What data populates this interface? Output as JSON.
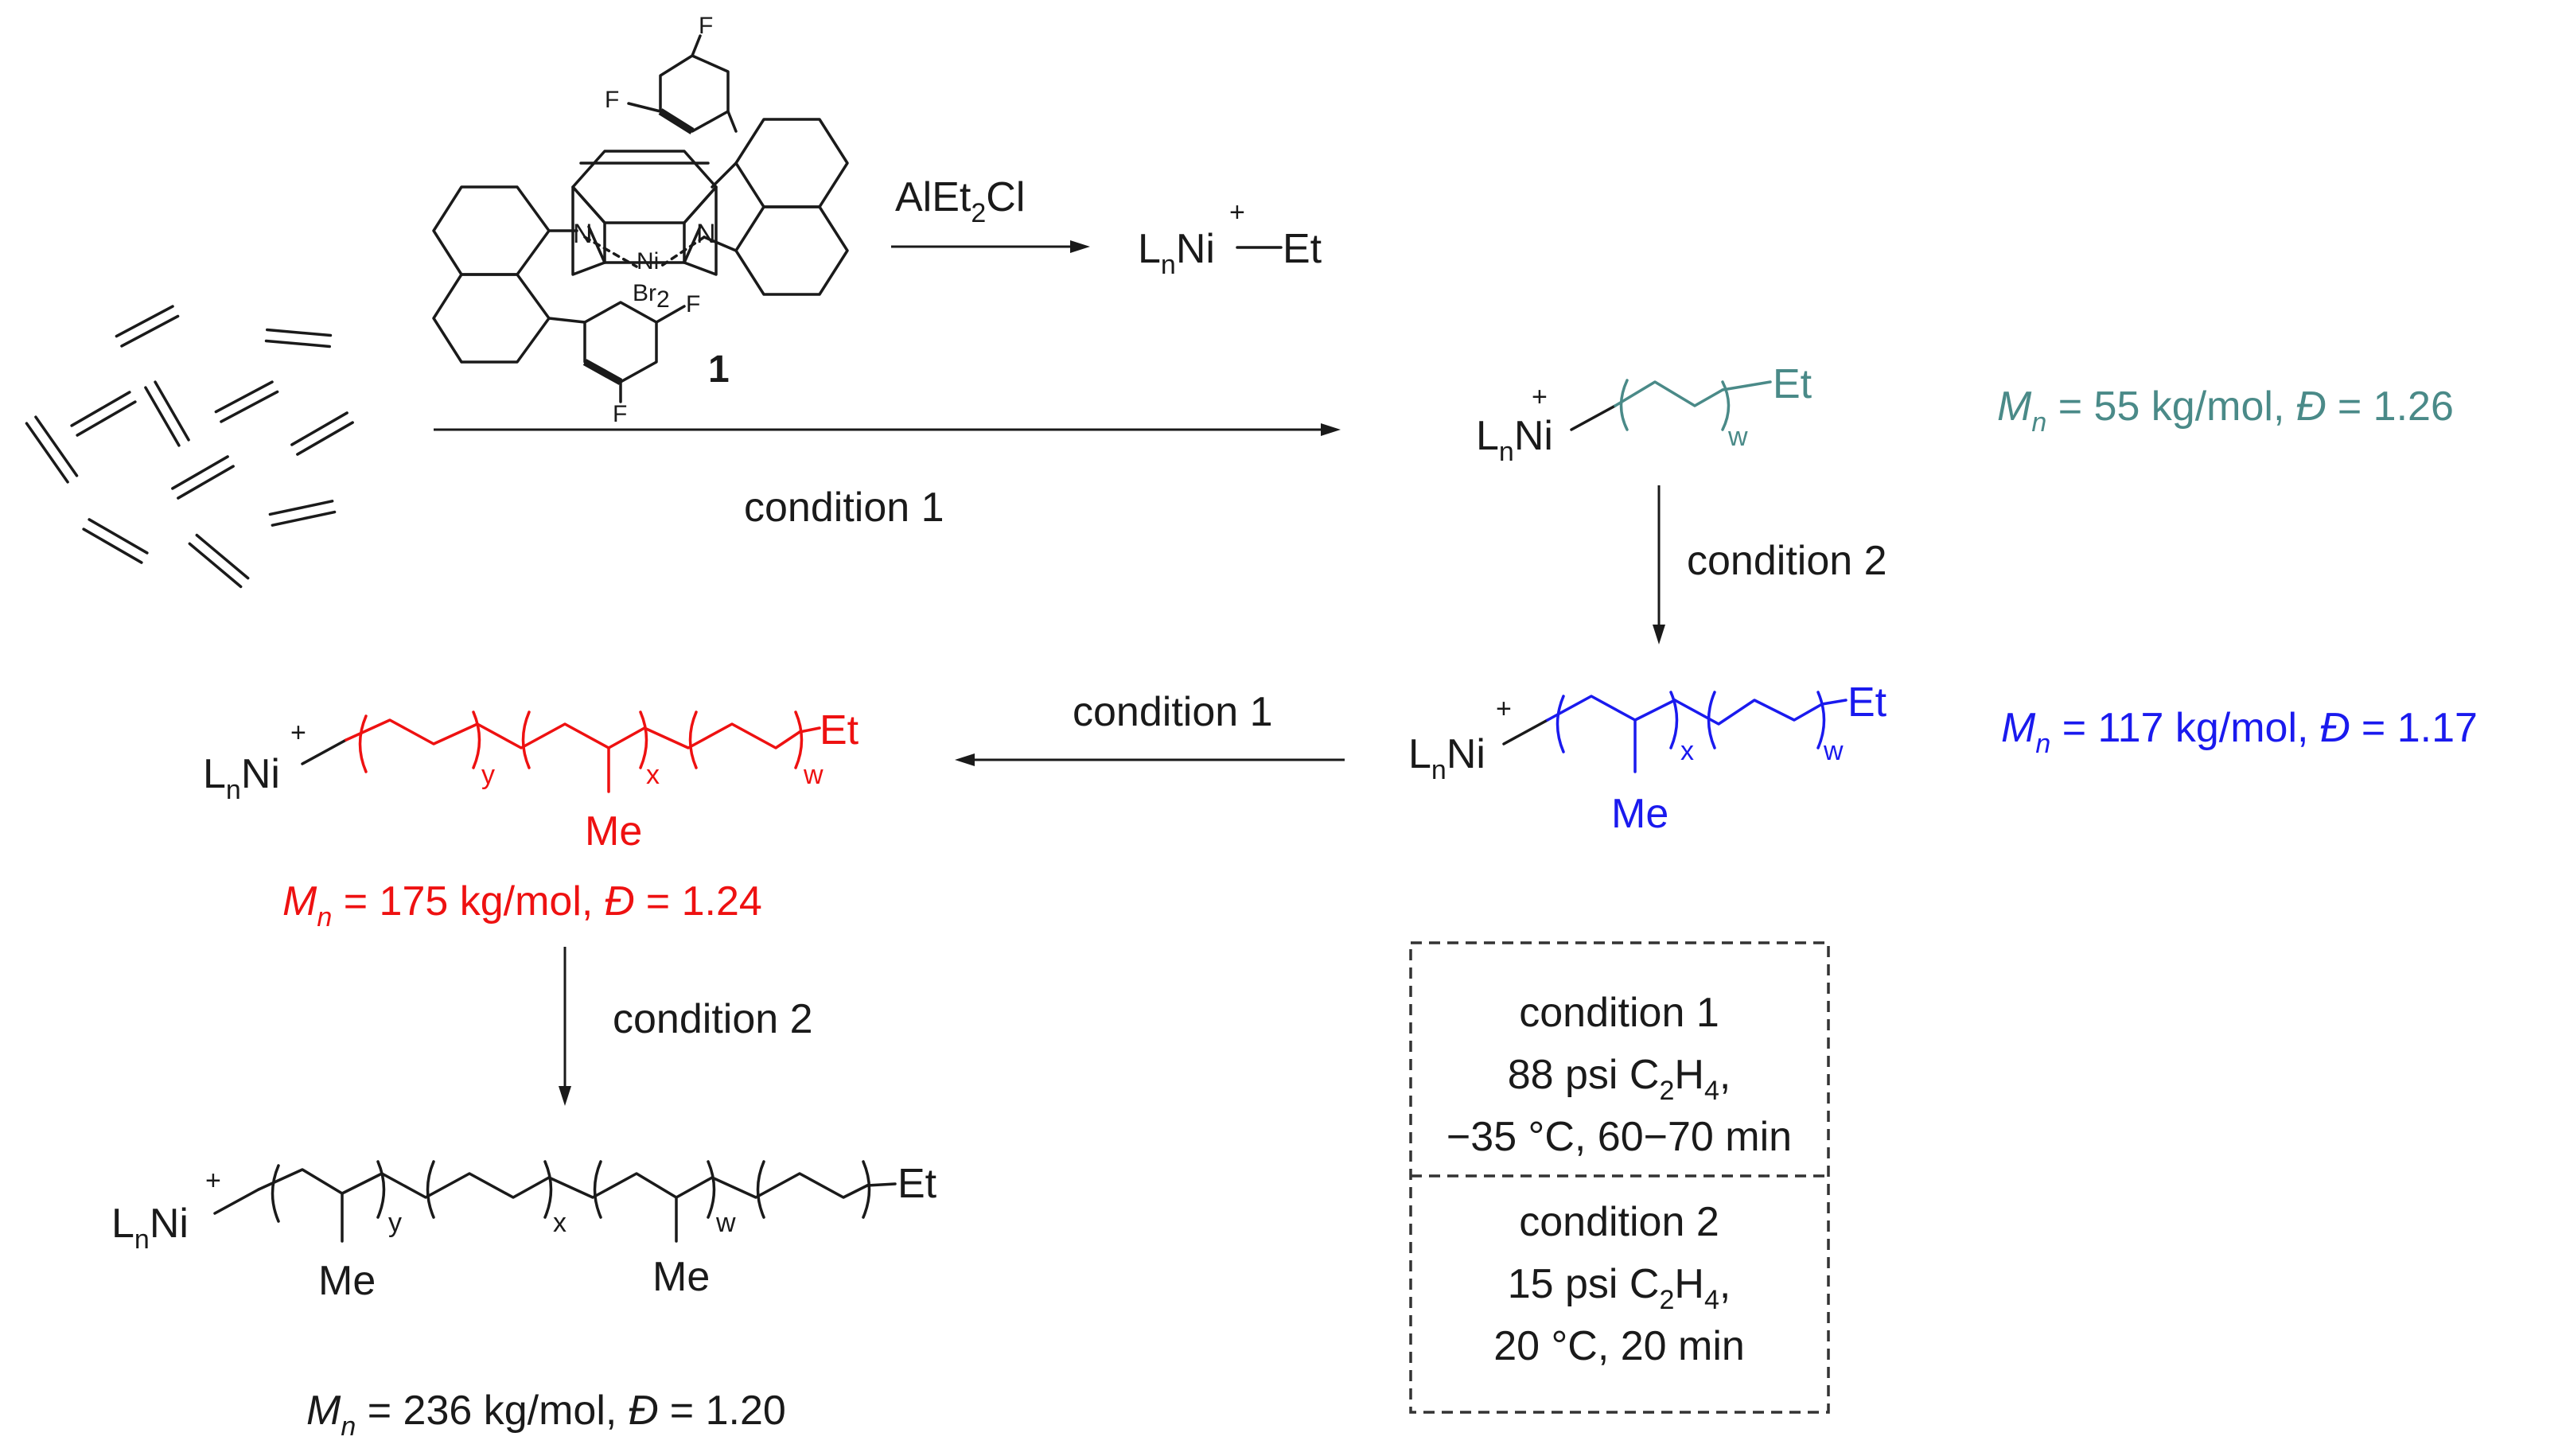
{
  "catalyst": {
    "label": "1",
    "atom_n": "N",
    "atom_ni": "Ni",
    "atom_br": "Br",
    "br_count": "2",
    "atom_f": "F"
  },
  "activation": {
    "reagent_main": "AlEt",
    "reagent_sub": "2",
    "reagent_tail": "Cl",
    "product_l": "L",
    "product_sub": "n",
    "product_ni": "Ni",
    "product_charge": "+",
    "product_et": "Et"
  },
  "steps": {
    "step1": "condition 1",
    "step2": "condition 2",
    "step3": "condition 1",
    "step4": "condition 2"
  },
  "species": {
    "ln": "L",
    "n": "n",
    "ni": "Ni",
    "charge": "+",
    "et": "Et",
    "me": "Me",
    "w": "w",
    "x": "x",
    "y": "y"
  },
  "results": {
    "p1": {
      "mn": "M",
      "mn_sub": "n",
      "value": "= 55 kg/mol, ",
      "dispersity": "Đ",
      "d_value": " = 1.26",
      "color": "#4a8a88"
    },
    "p2": {
      "mn": "M",
      "mn_sub": "n",
      "value": "= 117 kg/mol, ",
      "dispersity": "Đ",
      "d_value": " = 1.17",
      "color": "#1a1aee"
    },
    "p3": {
      "mn": "M",
      "mn_sub": "n",
      "value": "= 175 kg/mol, ",
      "dispersity": "Đ",
      "d_value": " = 1.24",
      "color": "#ee1111"
    },
    "p4": {
      "mn": "M",
      "mn_sub": "n",
      "value": "= 236 kg/mol, ",
      "dispersity": "Đ",
      "d_value": " = 1.20",
      "color": "#1a1a1a"
    }
  },
  "legend": {
    "c1_title": "condition 1",
    "c1_line1_a": "88 psi C",
    "c1_line1_sub1": "2",
    "c1_line1_b": "H",
    "c1_line1_sub2": "4",
    "c1_line1_c": ",",
    "c1_line2": "−35 °C, 60−70 min",
    "c2_title": "condition 2",
    "c2_line1_a": "15 psi C",
    "c2_line1_sub1": "2",
    "c2_line1_b": "H",
    "c2_line1_sub2": "4",
    "c2_line1_c": ",",
    "c2_line2": "20 °C, 20 min"
  }
}
